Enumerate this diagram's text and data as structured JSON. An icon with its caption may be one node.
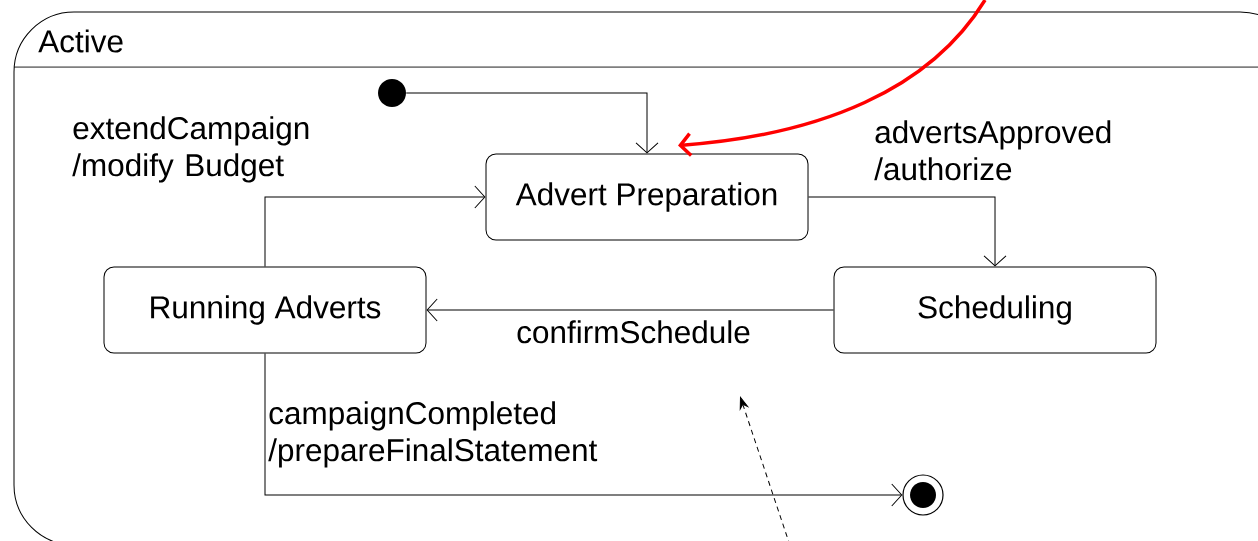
{
  "diagram": {
    "nodes": [
      {
        "text": [
          "Active"
        ]
      },
      {
        "text": [],
        "shape": "dot",
        "in": 0
      },
      {
        "text": [
          "Advert Preparation"
        ],
        "in": 0
      },
      {
        "text": [
          "Scheduling"
        ],
        "in": 0
      },
      {
        "text": [
          "Running Adverts"
        ],
        "in": 0
      },
      {
        "text": [],
        "shape": "bullseye",
        "in": 0
      }
    ],
    "edges": [
      {
        "from": 1,
        "to": 2,
        "arrow": "to"
      },
      {
        "from": 2,
        "to": 3,
        "arrow": "to",
        "label": "advertsApproved /authorize"
      },
      {
        "from": 3,
        "to": 4,
        "arrow": "to",
        "label": "confirmSchedule"
      },
      {
        "from": 4,
        "to": 2,
        "arrow": "to",
        "label": "extendCampaign /modify Budget"
      },
      {
        "from": 4,
        "to": 5,
        "arrow": "to",
        "label": "campaignCompleted /prepareFinalStatement"
      },
      {
        "from": null,
        "to": 2,
        "arrow": "to",
        "style": "thick",
        "color": "#ff0000"
      },
      {
        "from": 0,
        "to": null,
        "arrow": "to",
        "style": "dashed"
      }
    ]
  }
}
